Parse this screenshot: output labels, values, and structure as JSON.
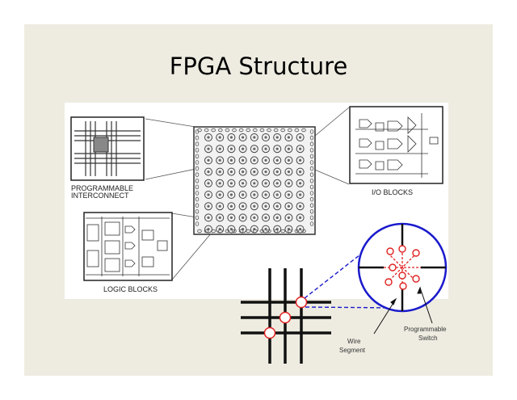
{
  "title": "FPGA Structure",
  "labels": {
    "programmable_interconnect_line1": "PROGRAMMABLE",
    "programmable_interconnect_line2": "INTERCONNECT",
    "io_blocks": "I/O BLOCKS",
    "logic_blocks": "LOGIC BLOCKS",
    "wire_segment_line1": "Wire",
    "wire_segment_line2": "Segment",
    "programmable_switch_line1": "Programmable",
    "programmable_switch_line2": "Switch"
  },
  "colors": {
    "slide_background": "#eeece1",
    "highlight_red": "#e02020",
    "switch_circle_blue": "#1a1acc",
    "panel_background": "#ffffff"
  }
}
